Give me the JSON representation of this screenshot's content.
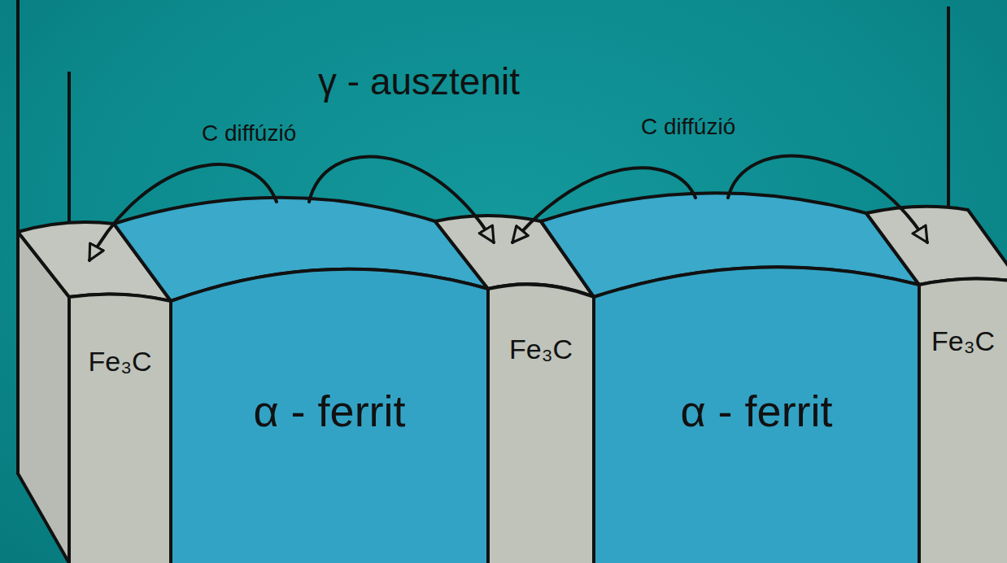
{
  "diagram": {
    "nodes": [
      {
        "text": [
          "Fe₃C"
        ]
      },
      {
        "text": [
          "α - ferrit"
        ]
      },
      {
        "text": [
          "Fe₃C"
        ]
      },
      {
        "text": [
          "α - ferrit"
        ]
      },
      {
        "text": [
          "Fe₃C"
        ]
      }
    ],
    "edges": [
      {
        "from": 1,
        "to": 0,
        "arrow": "to",
        "label": "C diffúzió"
      },
      {
        "from": 1,
        "to": 2,
        "arrow": "to"
      },
      {
        "from": 3,
        "to": 2,
        "arrow": "to",
        "label": "C diffúzió"
      },
      {
        "from": 3,
        "to": 4,
        "arrow": "to"
      }
    ],
    "labels": [
      "γ - ausztenit"
    ]
  }
}
